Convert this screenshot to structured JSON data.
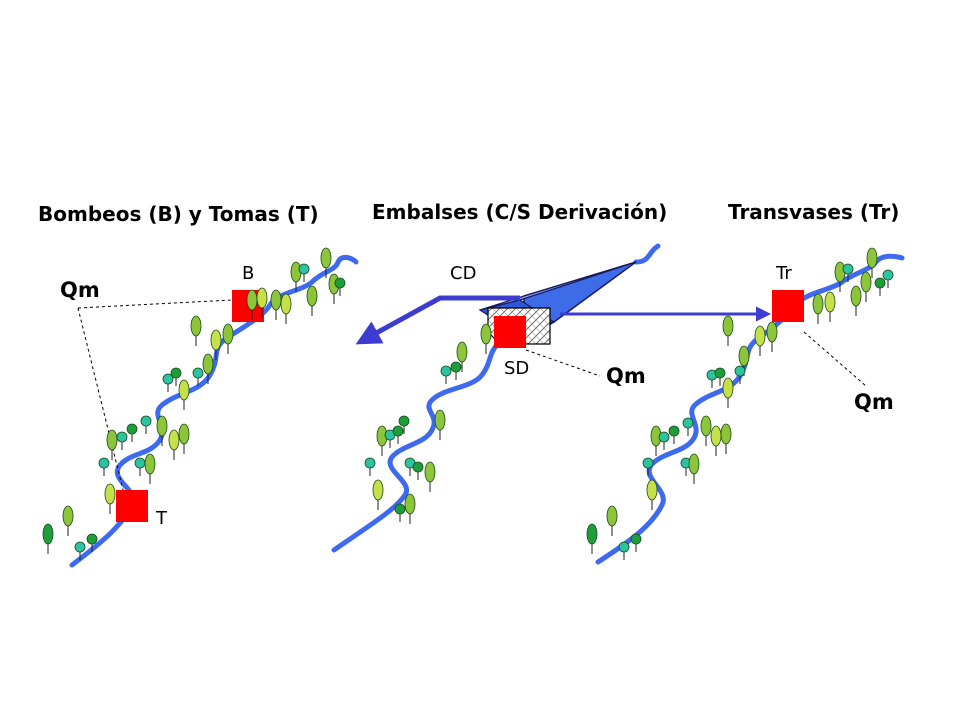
{
  "headings": {
    "left": "Bombeos (B) y Tomas (T)",
    "center": "Embalses (C/S Derivación)",
    "right": "Transvases (Tr)"
  },
  "labels": {
    "b": "B",
    "t": "T",
    "cd": "CD",
    "sd": "SD",
    "tr": "Tr",
    "qm_left": "Qm",
    "qm_center": "Qm",
    "qm_right": "Qm"
  },
  "colors": {
    "river": "#3d6af0",
    "structure": "#ff0000",
    "arrow": "#3c3cd2",
    "dam_blue": "#3e6ce8",
    "tree_light": "#c6e04a",
    "tree_mid": "#8cc43a",
    "tree_dark": "#1e9e3a",
    "tree_teal": "#2cc3a0"
  }
}
